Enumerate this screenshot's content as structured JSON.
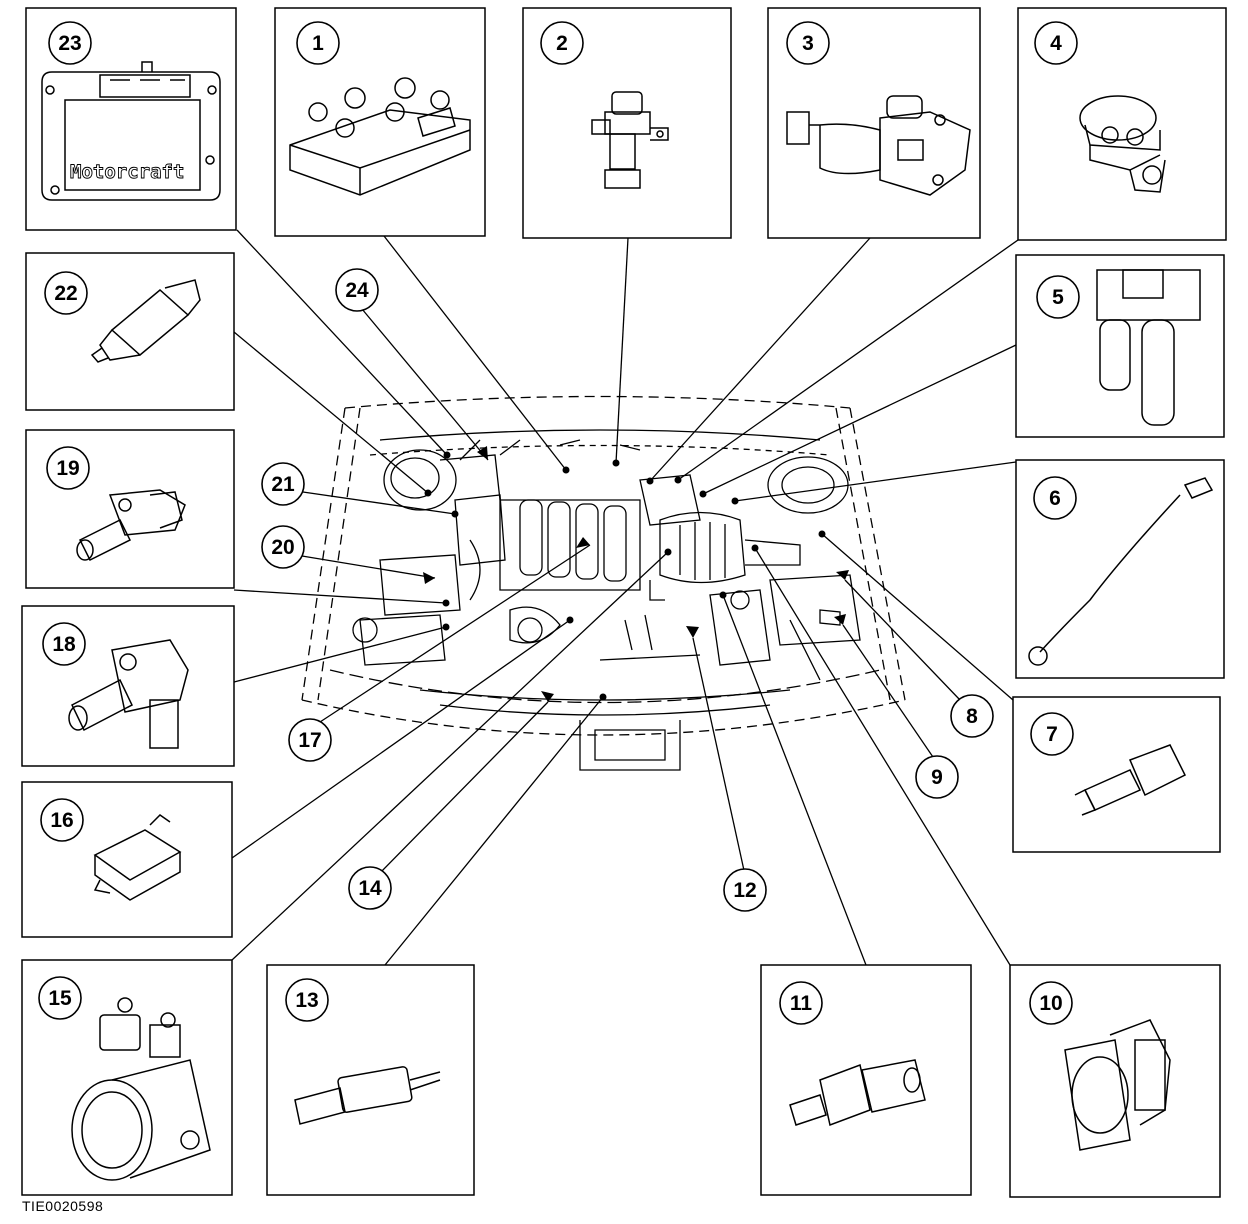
{
  "callouts": [
    "1",
    "2",
    "3",
    "4",
    "5",
    "6",
    "7",
    "8",
    "9",
    "10",
    "11",
    "12",
    "13",
    "14",
    "15",
    "16",
    "17",
    "18",
    "19",
    "20",
    "21",
    "22",
    "23",
    "24"
  ],
  "module_brand": "Motorcraft",
  "figure_id": "TIE0020598"
}
